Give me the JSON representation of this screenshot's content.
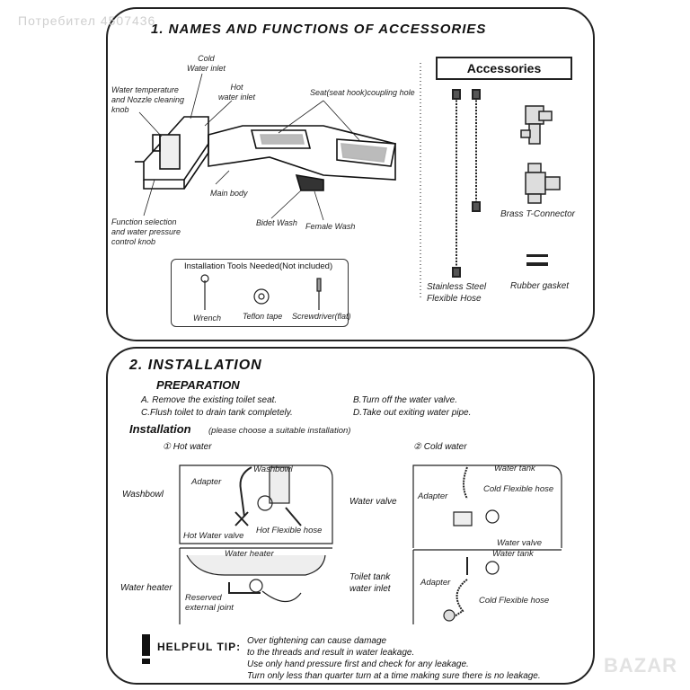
{
  "watermark": "Потребител 4507436",
  "section1": {
    "title": "1. NAMES AND FUNCTIONS OF ACCESSORIES",
    "labels": {
      "cold_water_inlet": "Cold\nWater inlet",
      "hot_water_inlet": "Hot\nwater inlet",
      "temp_knob": "Water temperature\nand Nozzle cleaning\nknob",
      "seat_hole": "Seat(seat hook)coupling hole",
      "main_body": "Main body",
      "function_knob": "Function selection\nand water pressure\ncontrol knob",
      "bidet_wash": "Bidet Wash",
      "female_wash": "Female Wash"
    },
    "tools": {
      "title": "Installation Tools Needed(Not included)",
      "items": [
        "Wrench",
        "Teflon tape",
        "Screwdriver(flat)"
      ]
    },
    "accessories": {
      "title": "Accessories",
      "items": [
        "Brass T-Connector",
        "Stainless Steel\nFlexible Hose",
        "Rubber gasket"
      ]
    }
  },
  "section2": {
    "title": "2. INSTALLATION",
    "preparation": {
      "title": "PREPARATION",
      "steps": [
        "A. Remove the existing toilet seat.",
        "B.Turn off the water valve.",
        "C.Flush toilet to drain tank completely.",
        "D.Take out exiting water pipe."
      ]
    },
    "installation": {
      "title": "Installation",
      "note": "(please choose a suitable installation)",
      "option1": "① Hot water",
      "option2": "② Cold water",
      "row_labels": [
        "Washbowl",
        "Water heater",
        "Water valve",
        "Toilet tank\nwater inlet"
      ],
      "diagram_labels": {
        "washbowl": "Washbowl",
        "adapter": "Adapter",
        "hot_water_valve": "Hot Water valve",
        "hot_flexible_hose": "Hot Flexible hose",
        "water_heater": "Water heater",
        "reserved_joint": "Reserved\nexternal joint",
        "water_tank": "Water tank",
        "cold_flexible_hose": "Cold Flexible hose",
        "water_valve": "Water valve"
      }
    },
    "tip": {
      "title": "HELPFUL TIP:",
      "lines": [
        "Over tightening  can cause damage",
        "to the threads and result in water leakage.",
        "Use only hand pressure first and check for any leakage.",
        "Turn only less than quarter turn at a time making sure there is no leakage."
      ]
    }
  },
  "logo": "BAZAR"
}
